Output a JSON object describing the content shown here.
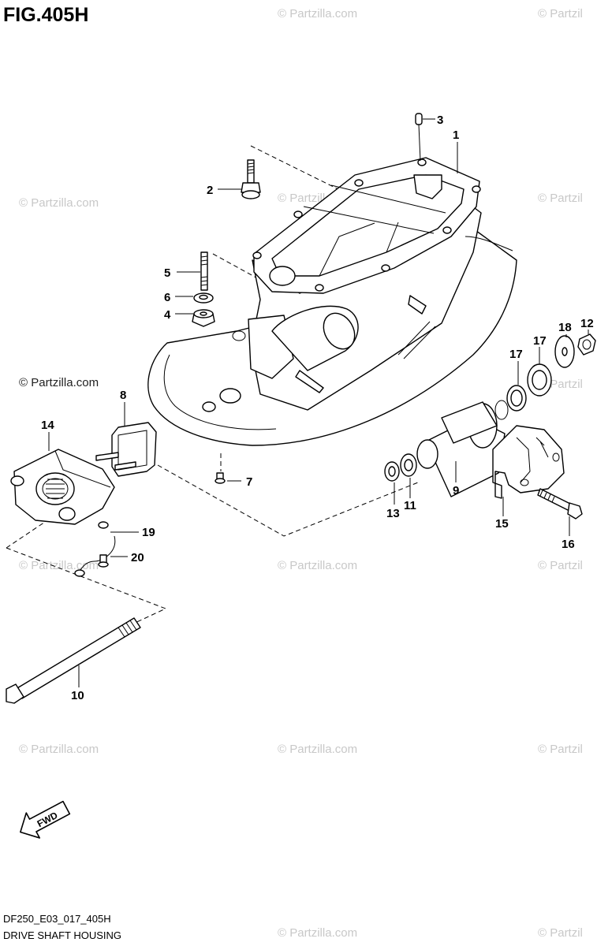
{
  "figure_title": "FIG.405H",
  "footer": {
    "code": "DF250_E03_017_405H",
    "caption": "DRIVE SHAFT HOUSING"
  },
  "watermark": "© Partzilla.com",
  "watermark_partial": "© Partzil",
  "fwd_label": "FWD",
  "callouts": [
    "1",
    "2",
    "3",
    "4",
    "5",
    "6",
    "7",
    "8",
    "9",
    "10",
    "11",
    "12",
    "13",
    "14",
    "15",
    "16",
    "17",
    "17",
    "18",
    "19",
    "20"
  ]
}
